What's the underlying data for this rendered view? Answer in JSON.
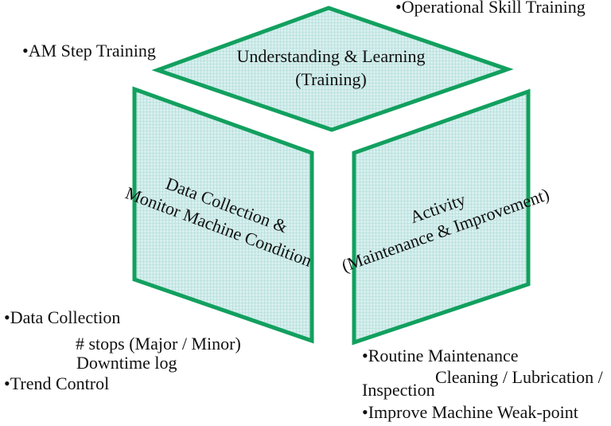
{
  "diagram": {
    "type": "cube-diagram",
    "faces": {
      "top": {
        "line1": "Understanding & Learning",
        "line2": "(Training)"
      },
      "left": {
        "line1": "Data Collection &",
        "line2": "Monitor Machine Condition"
      },
      "right": {
        "line1": "Activity",
        "line2": "(Maintenance & Improvement)"
      }
    },
    "annotations": {
      "top_left": "•AM Step Training",
      "top_right": "•Operational Skill Training",
      "bottom_left_1": "•Data Collection",
      "bottom_left_2": "# stops (Major / Minor)",
      "bottom_left_3": "Downtime log",
      "bottom_left_4": "•Trend Control",
      "bottom_right_1": "•Routine Maintenance",
      "bottom_right_2": "Cleaning / Lubrication /",
      "bottom_right_3": "Inspection",
      "bottom_right_4": "•Improve Machine Weak-point"
    },
    "colors": {
      "face_border": "#12a05f",
      "face_fill": "#d8efee",
      "grid_line": "#abdbd7",
      "text": "#111111"
    }
  }
}
